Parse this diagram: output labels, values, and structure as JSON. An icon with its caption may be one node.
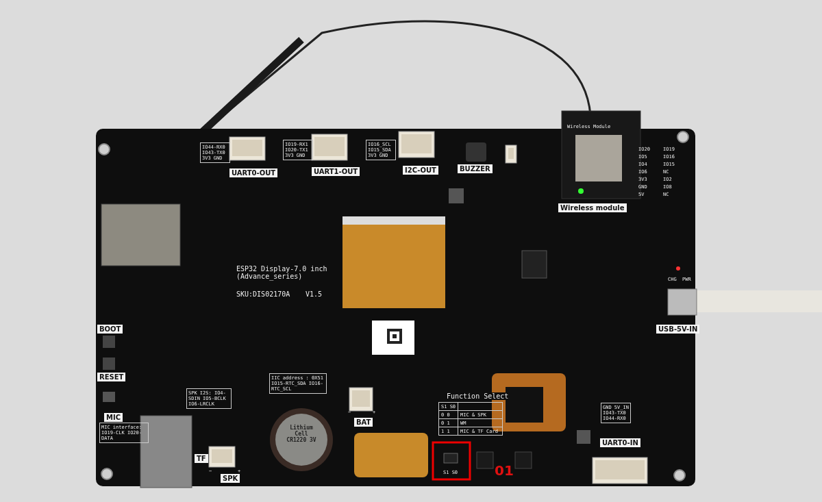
{
  "diagram": {
    "labels": [
      "IO44-RX0 IO43-TX0 3V3 GND",
      "UART0-OUT",
      "IO19-RX1 IO20-TX1 3V3 GND",
      "UART1-OUT",
      "IO16_SCL IO15_SDA 3V3 GND",
      "I2C-OUT",
      "BUZZER",
      "Wireless Module",
      "IO20",
      "IO19",
      "IO5",
      "IO16",
      "IO4",
      "IO15",
      "IO6",
      "NC",
      "3V3",
      "IO2",
      "GND",
      "IO8",
      "5V",
      "NC",
      "Wireless module",
      "ESP32 Display-7.0 inch (Advance_series)",
      "SKU:DIS02170A",
      "V1.5",
      "CHG",
      "PWR",
      "BOOT",
      "USB-5V-IN",
      "RESET",
      "SPK I2S: IO4-SDIN IO5-BCLK IO6-LRCLK",
      "IIC address : 0X51 IO15-RTC_SDA IO16-RTC_SCL",
      "MIC",
      "MIC interface: IO19-CLK IO20-DATA",
      "BAT",
      "−",
      "+",
      "Function Select",
      "S1 S0",
      "0 0",
      "MIC & SPK",
      "0 1",
      "WM",
      "1 1",
      "MIC & TF Card",
      "Lithium Cell CR1220 3V",
      "GND 5V_IN IO43-TX0 IO44-RX0",
      "UART0-IN",
      "TF",
      "SPK",
      "−",
      "+",
      "S1 S0",
      "01"
    ]
  }
}
